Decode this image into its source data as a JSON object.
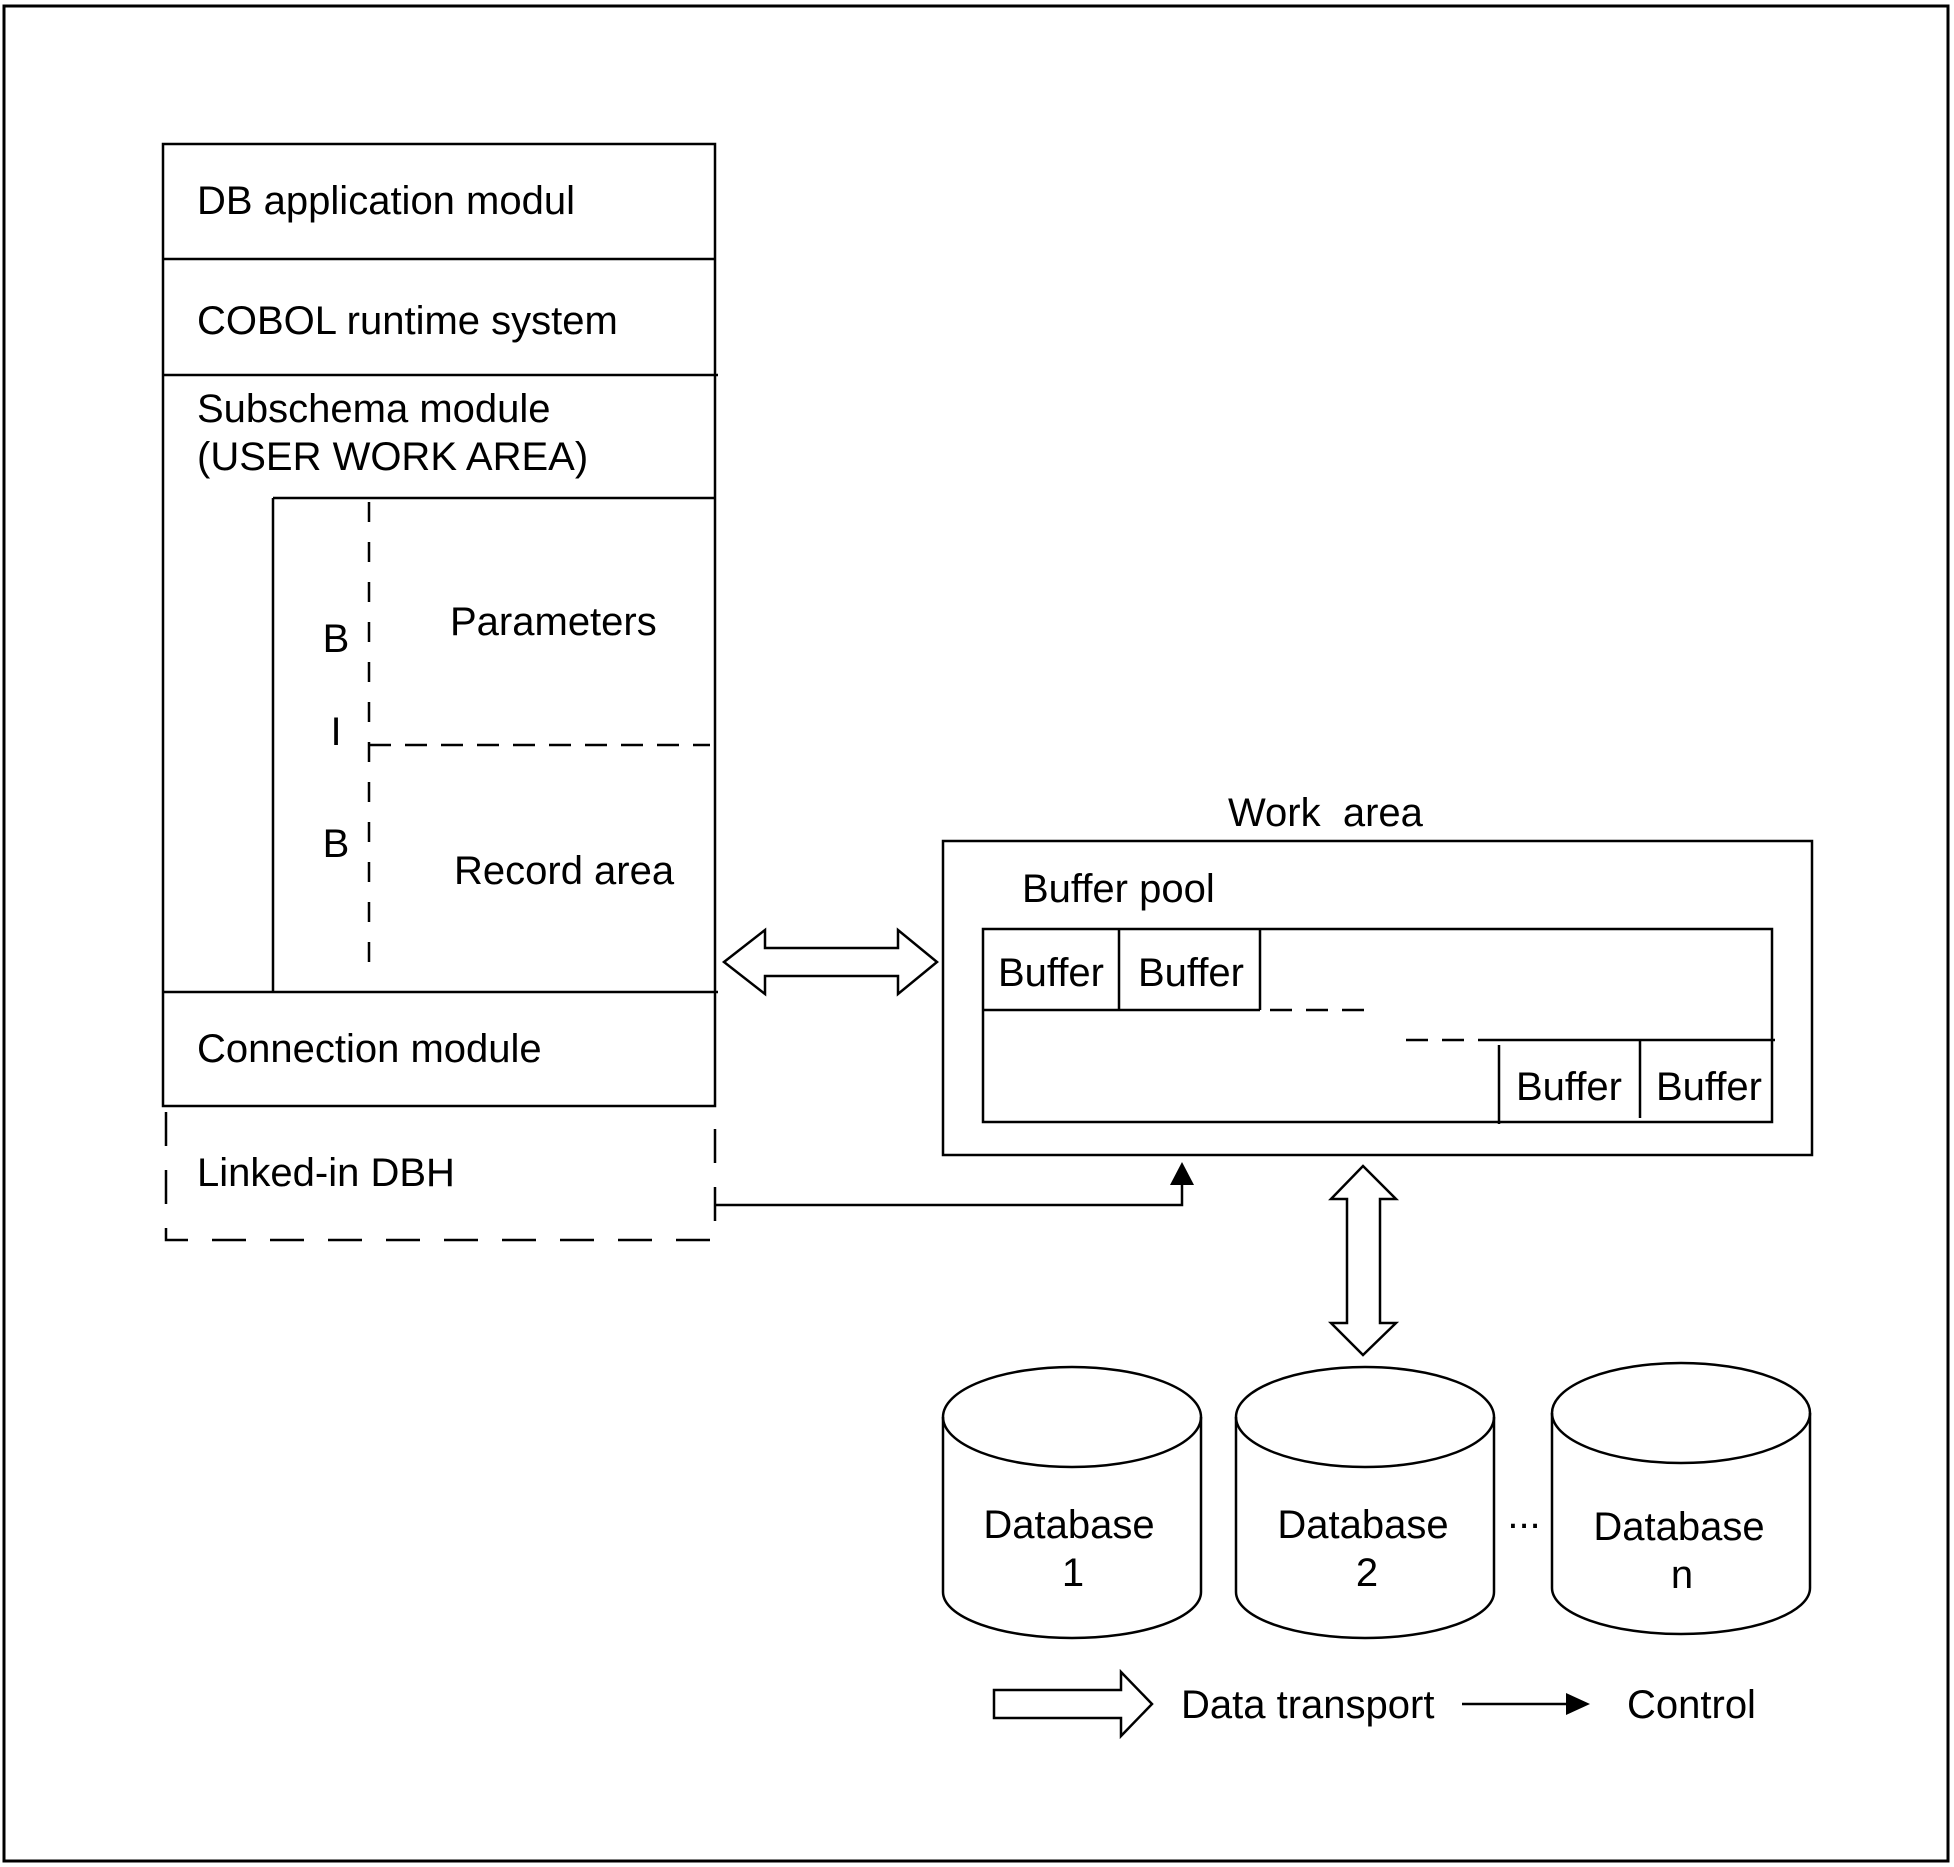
{
  "app_stack": {
    "db_application": "DB application modul",
    "cobol_runtime": "COBOL runtime system",
    "subschema_line1": "Subschema module",
    "subschema_line2": "(USER WORK AREA)",
    "bib_letters": [
      "B",
      "I",
      "B"
    ],
    "parameters": "Parameters",
    "record_area": "Record area",
    "connection_module": "Connection module",
    "linked_in_dbh": "Linked-in DBH"
  },
  "work_area": {
    "title": "Work  area",
    "buffer_pool": "Buffer pool",
    "buffers_top": [
      "Buffer",
      "Buffer"
    ],
    "buffers_bottom": [
      "Buffer",
      "Buffer"
    ]
  },
  "databases": [
    {
      "line1": "Database",
      "line2": "1"
    },
    {
      "line1": "Database",
      "line2": "2"
    },
    {
      "line1": "Database",
      "line2": "n"
    }
  ],
  "db_ellipsis": "...",
  "legend": {
    "data_transport": "Data transport",
    "control": "Control"
  }
}
